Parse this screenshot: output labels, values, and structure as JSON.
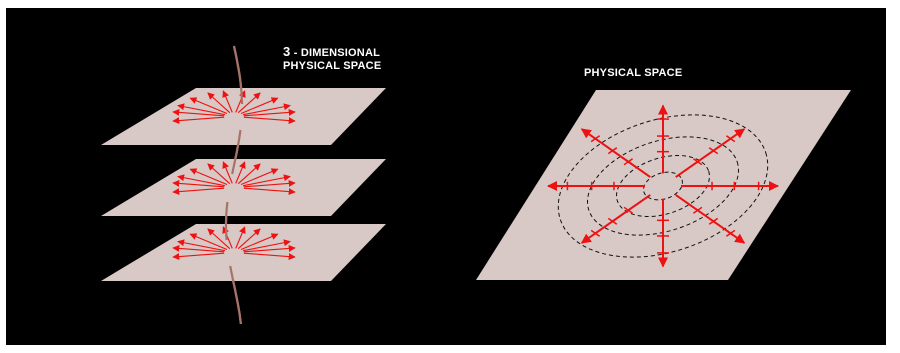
{
  "left_panel": {
    "title_number": "3",
    "title_line1_rest": " - DIMENSIONAL",
    "title_line2": "PHYSICAL SPACE",
    "plane_count": 3,
    "arrows_per_plane": 12
  },
  "right_panel": {
    "title": "PHYSICAL SPACE",
    "radial_arrow_count": 8,
    "contour_count": 4
  },
  "colors": {
    "background": "#000000",
    "frame": "#ffffff",
    "plane_fill": "#d8c8c6",
    "arrow": "#ee1111",
    "string": "#a5736a",
    "contour": "#111111",
    "text": "#ffffff"
  }
}
